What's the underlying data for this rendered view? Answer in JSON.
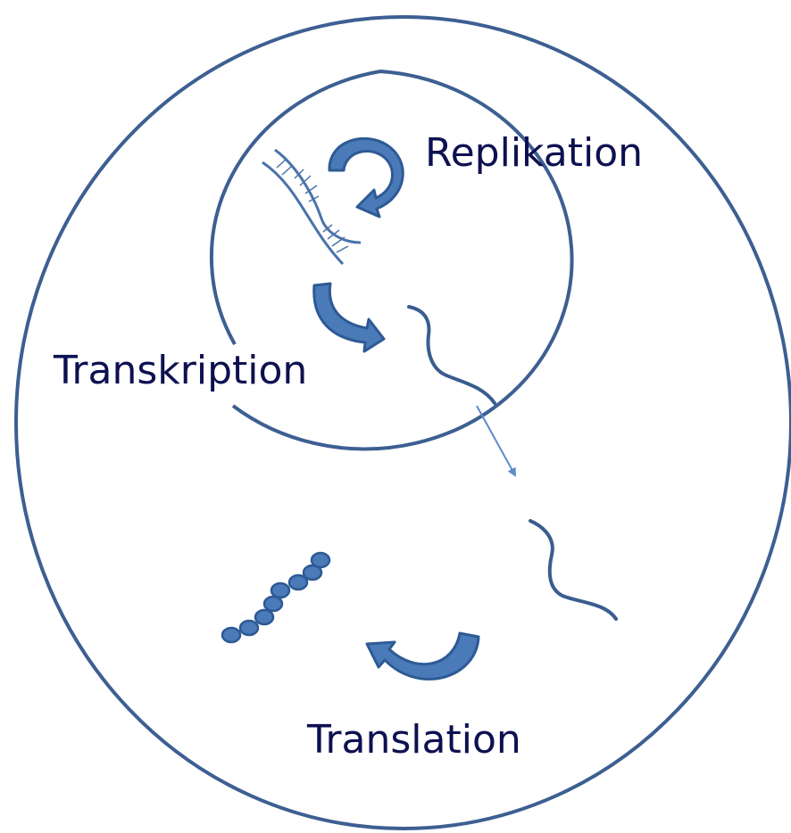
{
  "labels": {
    "replication": "Replikation",
    "transcription": "Transkription",
    "translation": "Translation"
  },
  "colors": {
    "outline": "#3d5f92",
    "arrow_fill": "#4a7ab8",
    "arrow_stroke": "#2d5a94",
    "text": "#0d1050",
    "thin_arrow": "#5b8ac9"
  },
  "icons": {
    "dna": "dna-double-helix-icon",
    "mrna": "mrna-strand-icon",
    "protein": "protein-bead-chain-icon"
  }
}
